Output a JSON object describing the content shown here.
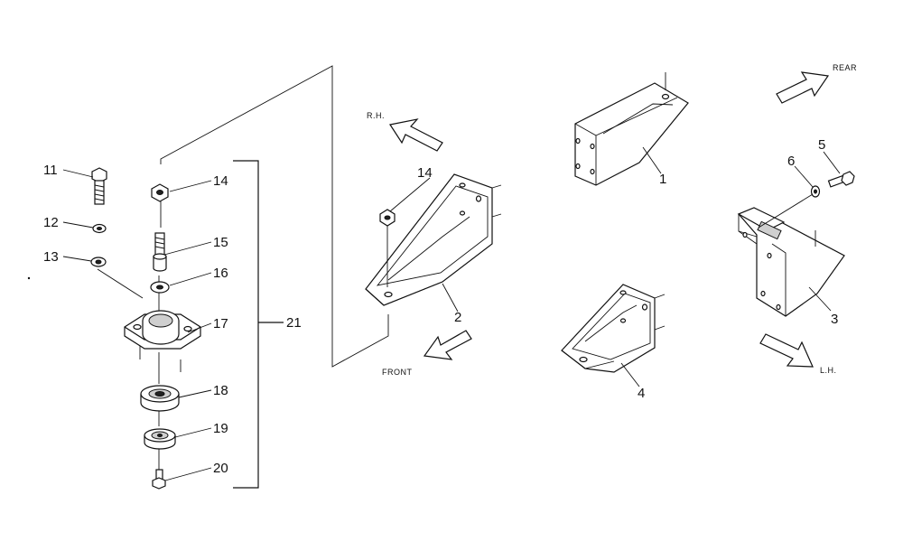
{
  "callouts": {
    "c1": "1",
    "c2": "2",
    "c3": "3",
    "c4": "4",
    "c5": "5",
    "c6": "6",
    "c11": "11",
    "c12": "12",
    "c13": "13",
    "c14a": "14",
    "c14b": "14",
    "c15": "15",
    "c16": "16",
    "c17": "17",
    "c18": "18",
    "c19": "19",
    "c20": "20",
    "c21": "21"
  },
  "directions": {
    "rh": "R.H.",
    "front": "FRONT",
    "rear": "REAR",
    "lh": "L.H."
  }
}
